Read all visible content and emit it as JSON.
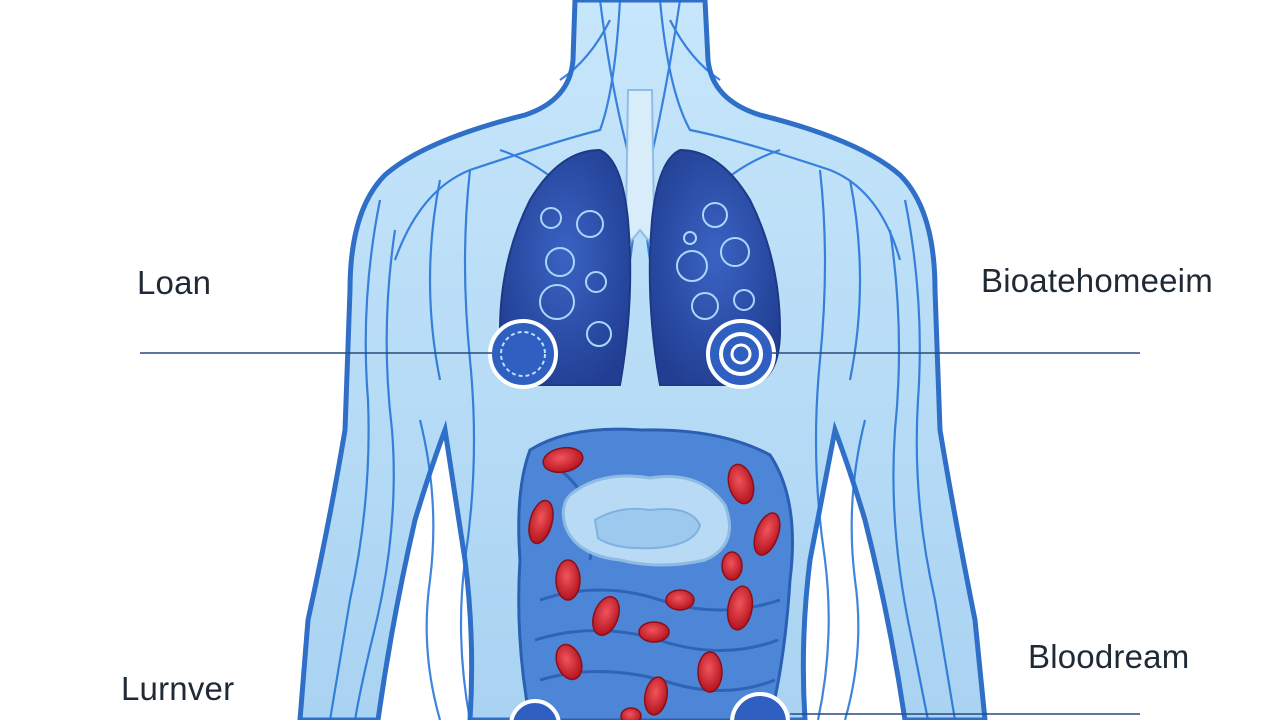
{
  "labels": {
    "top_left": "Loan",
    "top_right": "Bioatehomeeim",
    "bottom_right": "Bloodream",
    "bottom_left": "Lurnver"
  },
  "colors": {
    "background": "#ffffff",
    "body_fill": "#bfe0f6",
    "body_outline": "#2f6fc8",
    "vessel": "#1f6fd6",
    "lung": "#2b4ea8",
    "organ": "#4d86d6",
    "blood_cell": "#d42a35",
    "leader_line": "#2a4a78",
    "label_text": "#1f2a36"
  }
}
